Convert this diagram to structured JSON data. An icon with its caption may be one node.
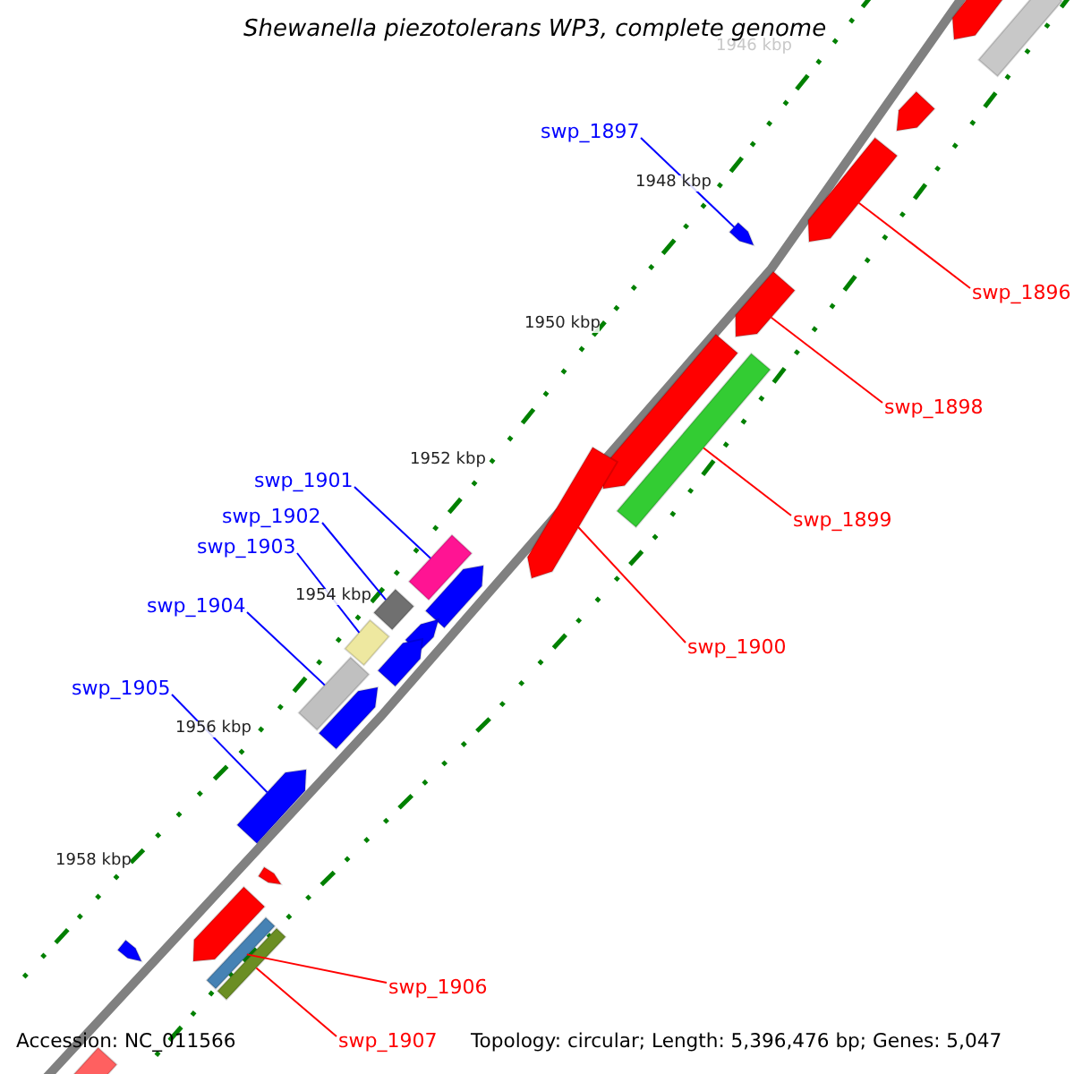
{
  "diagram": {
    "title": "Shewanella piezotolerans WP3, complete genome",
    "nodes": [
      {
        "text": [
          "swp_1897"
        ]
      },
      {
        "text": [
          "swp_1896"
        ]
      },
      {
        "text": [
          "swp_1898"
        ]
      },
      {
        "text": [
          "swp_1901"
        ]
      },
      {
        "text": [
          "swp_1899"
        ]
      },
      {
        "text": [
          "swp_1902"
        ]
      },
      {
        "text": [
          "swp_1903"
        ]
      },
      {
        "text": [
          "swp_1904"
        ]
      },
      {
        "text": [
          "swp_1900"
        ]
      },
      {
        "text": [
          "swp_1905"
        ]
      },
      {
        "text": [
          "swp_1906"
        ]
      },
      {
        "text": [
          "swp_1907"
        ]
      },
      {
        "text": [],
        "shape": "bar"
      },
      {
        "text": [],
        "shape": "bar"
      },
      {
        "text": [],
        "shape": "bar"
      },
      {
        "text": [],
        "shape": "bar"
      },
      {
        "text": [],
        "shape": "bar"
      },
      {
        "text": [],
        "shape": "bar"
      },
      {
        "text": [],
        "shape": "bar"
      },
      {
        "text": [],
        "shape": "bar"
      },
      {
        "text": [],
        "shape": "bar"
      },
      {
        "text": [],
        "shape": "bar"
      },
      {
        "text": [],
        "shape": "bar"
      },
      {
        "text": [],
        "shape": "bar"
      },
      {
        "text": [],
        "shape": "bar"
      },
      {
        "text": [],
        "shape": "bar"
      },
      {
        "text": [],
        "shape": "bar"
      },
      {
        "text": [],
        "shape": "bar"
      },
      {
        "text": [],
        "shape": "bar"
      },
      {
        "text": [],
        "shape": "bar"
      },
      {
        "text": [],
        "shape": "bar"
      },
      {
        "text": [],
        "shape": "bar"
      },
      {
        "text": [],
        "shape": "bar"
      },
      {
        "text": [],
        "shape": "bar"
      },
      {
        "text": [],
        "shape": "bar"
      },
      {
        "text": [],
        "shape": "bar"
      }
    ],
    "edges": [
      {
        "from": 0,
        "to": 16,
        "arrow": "none",
        "color": "#0000ff"
      },
      {
        "from": 1,
        "to": 15,
        "arrow": "none",
        "color": "#ff0000"
      },
      {
        "from": 2,
        "to": 17,
        "arrow": "none",
        "color": "#ff0000"
      },
      {
        "from": 3,
        "to": 21,
        "arrow": "none",
        "color": "#0000ff"
      },
      {
        "from": 4,
        "to": 19,
        "arrow": "none",
        "color": "#ff0000"
      },
      {
        "from": 5,
        "to": 23,
        "arrow": "none",
        "color": "#0000ff"
      },
      {
        "from": 6,
        "to": 25,
        "arrow": "none",
        "color": "#0000ff"
      },
      {
        "from": 7,
        "to": 27,
        "arrow": "none",
        "color": "#0000ff"
      },
      {
        "from": 8,
        "to": 20,
        "arrow": "none",
        "color": "#ff0000"
      },
      {
        "from": 9,
        "to": 29,
        "arrow": "none",
        "color": "#0000ff"
      },
      {
        "from": 10,
        "to": 33,
        "arrow": "none",
        "color": "#ff0000"
      },
      {
        "from": 11,
        "to": 34,
        "arrow": "none",
        "color": "#ff0000"
      }
    ],
    "labels": [
      "1946 kbp",
      "1948 kbp",
      "1950 kbp",
      "1952 kbp",
      "1954 kbp",
      "1956 kbp",
      "1958 kbp",
      "Accession: NC_011566",
      "Topology: circular; Length: 5,396,476 bp; Genes: 5,047"
    ]
  }
}
